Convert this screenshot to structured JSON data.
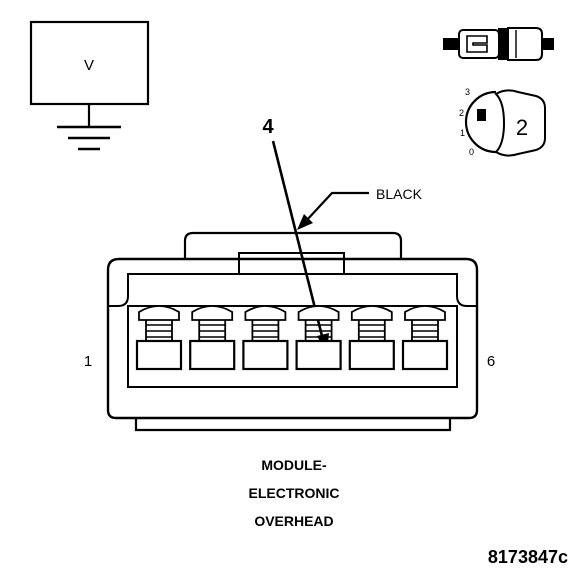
{
  "meter": {
    "label": "V"
  },
  "connector_icon": {
    "position_numbers": [
      "3",
      "2",
      "1",
      "0"
    ],
    "key_number": "2"
  },
  "pin_callout": {
    "label": "4"
  },
  "color_callout": {
    "label": "BLACK"
  },
  "pin_labels": {
    "first": "1",
    "last": "6"
  },
  "connector": {
    "terminal_count": 6
  },
  "caption": {
    "line1": "MODULE-",
    "line2": "ELECTRONIC",
    "line3": "OVERHEAD"
  },
  "figure_id": "8173847c"
}
